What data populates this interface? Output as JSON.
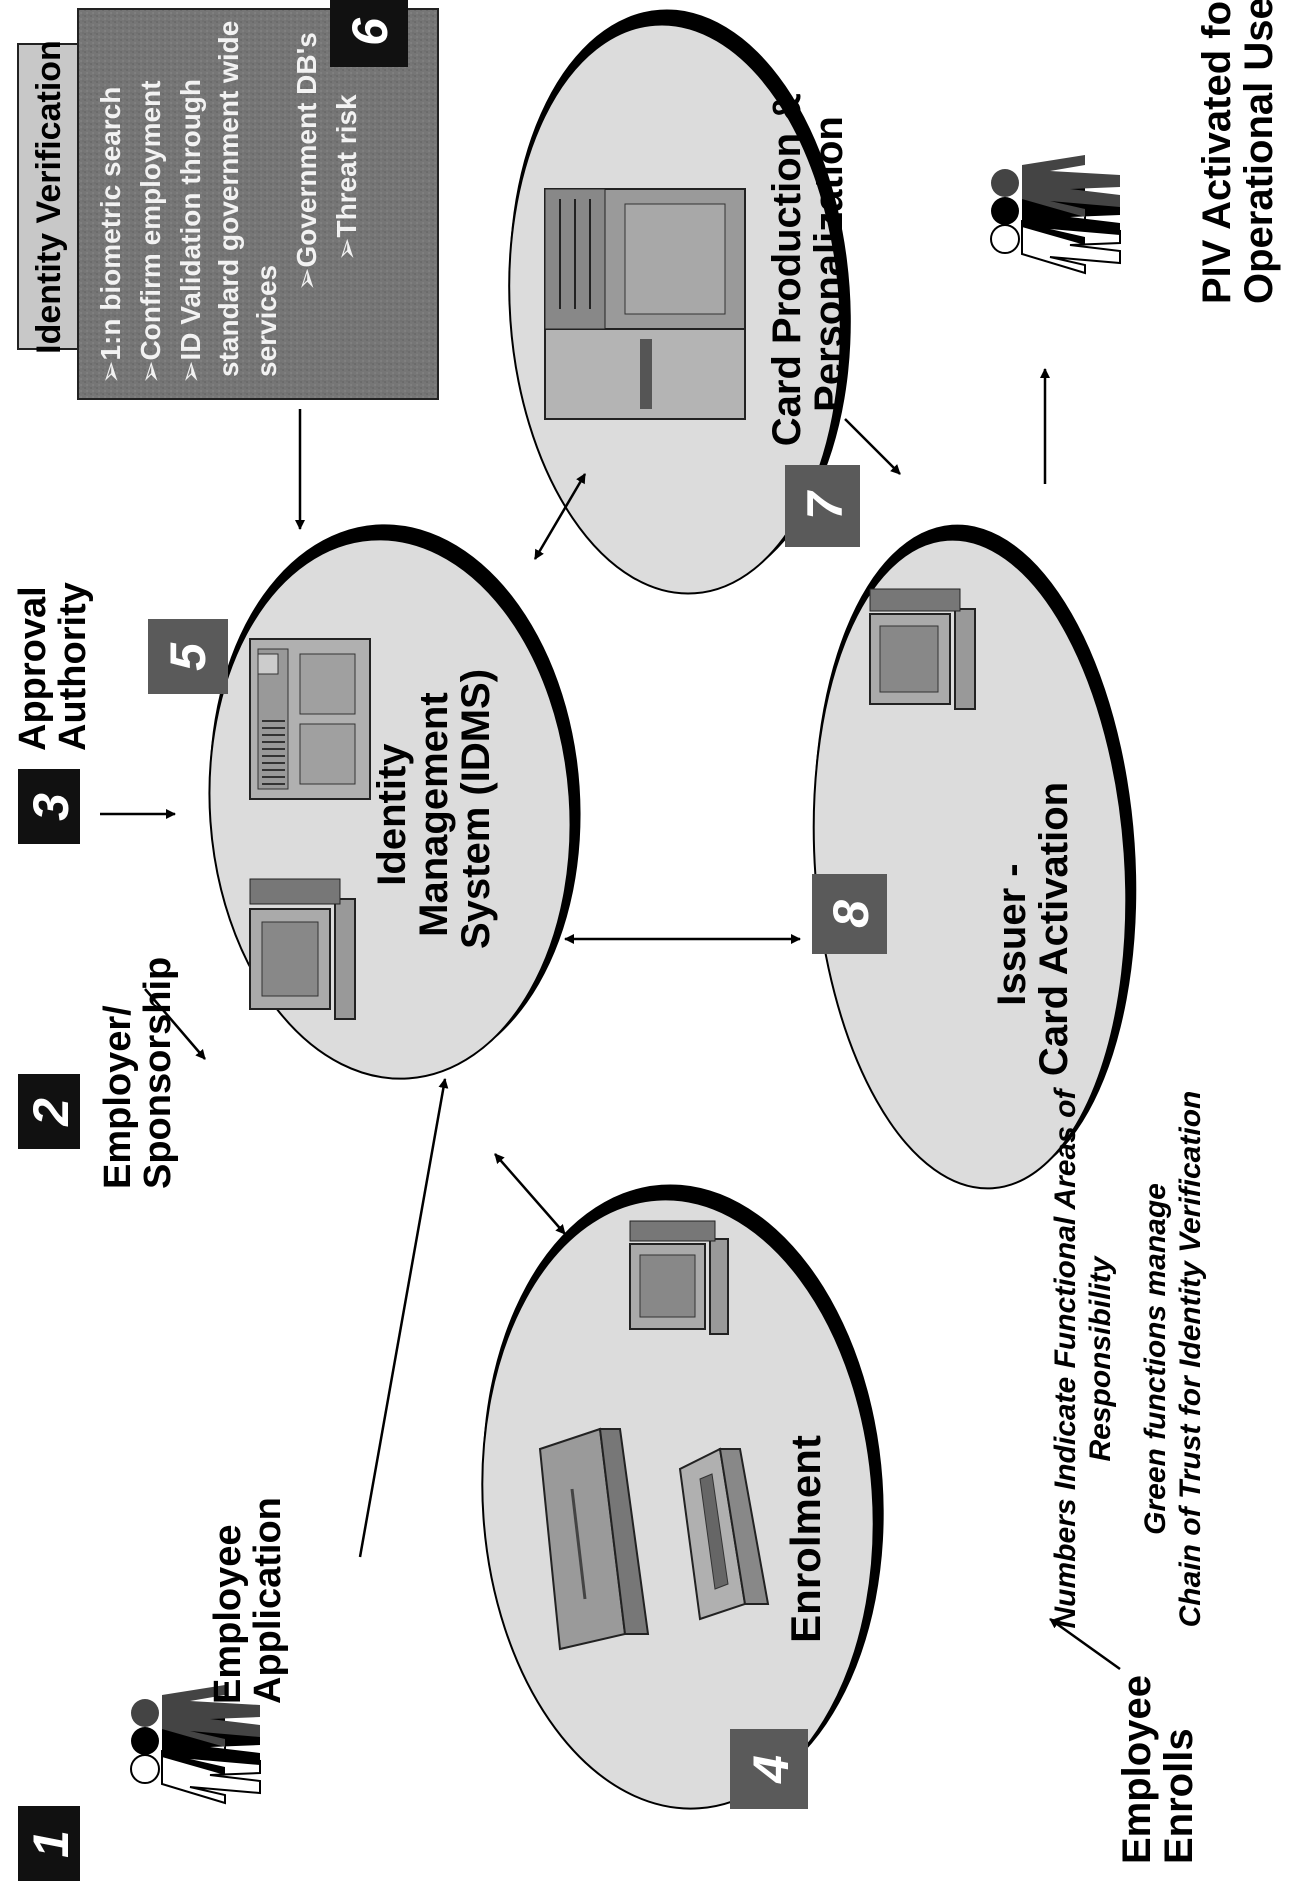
{
  "badges": {
    "b1": "1",
    "b2": "2",
    "b3": "3",
    "b4": "4",
    "b5": "5",
    "b6": "6",
    "b7": "7",
    "b8": "8"
  },
  "labels": {
    "employee_application": [
      "Employee",
      "Application"
    ],
    "employer_sponsorship": [
      "Employer/",
      "Sponsorship"
    ],
    "approval_authority": [
      "Approval",
      "Authority"
    ],
    "employee_enrolls": [
      "Employee",
      "Enrolls"
    ],
    "piv_activated": [
      "PIV Activated for",
      "Operational Use"
    ]
  },
  "nodes": {
    "enrolment": [
      "Enrolment"
    ],
    "idms": [
      "Identity",
      "Management",
      "System (IDMS)"
    ],
    "issuer": [
      "Issuer -",
      "Card Activation"
    ],
    "card_production": [
      "Card Production &",
      "Personalization"
    ]
  },
  "identity_verification": {
    "title": "Identity Verification",
    "items": [
      "➢1:n biometric search",
      "➢Confirm employment",
      "➢ID Validation through",
      "standard government wide",
      "services",
      "➢Government DB's",
      "➢Threat risk"
    ]
  },
  "notes": {
    "line1": "Numbers Indicate Functional Areas of",
    "line2": "Responsibility",
    "line3": "Green functions manage",
    "line4": "Chain of Trust for Identity Verification"
  },
  "colors": {
    "ellipse_fill": "#dcdcdc",
    "ellipse_shadow": "#000000",
    "badge_dark": "#111111",
    "badge_gray": "#5a5a5a",
    "idv_box": "#7a7a7a",
    "idv_title_bg": "#c8c8c8"
  }
}
